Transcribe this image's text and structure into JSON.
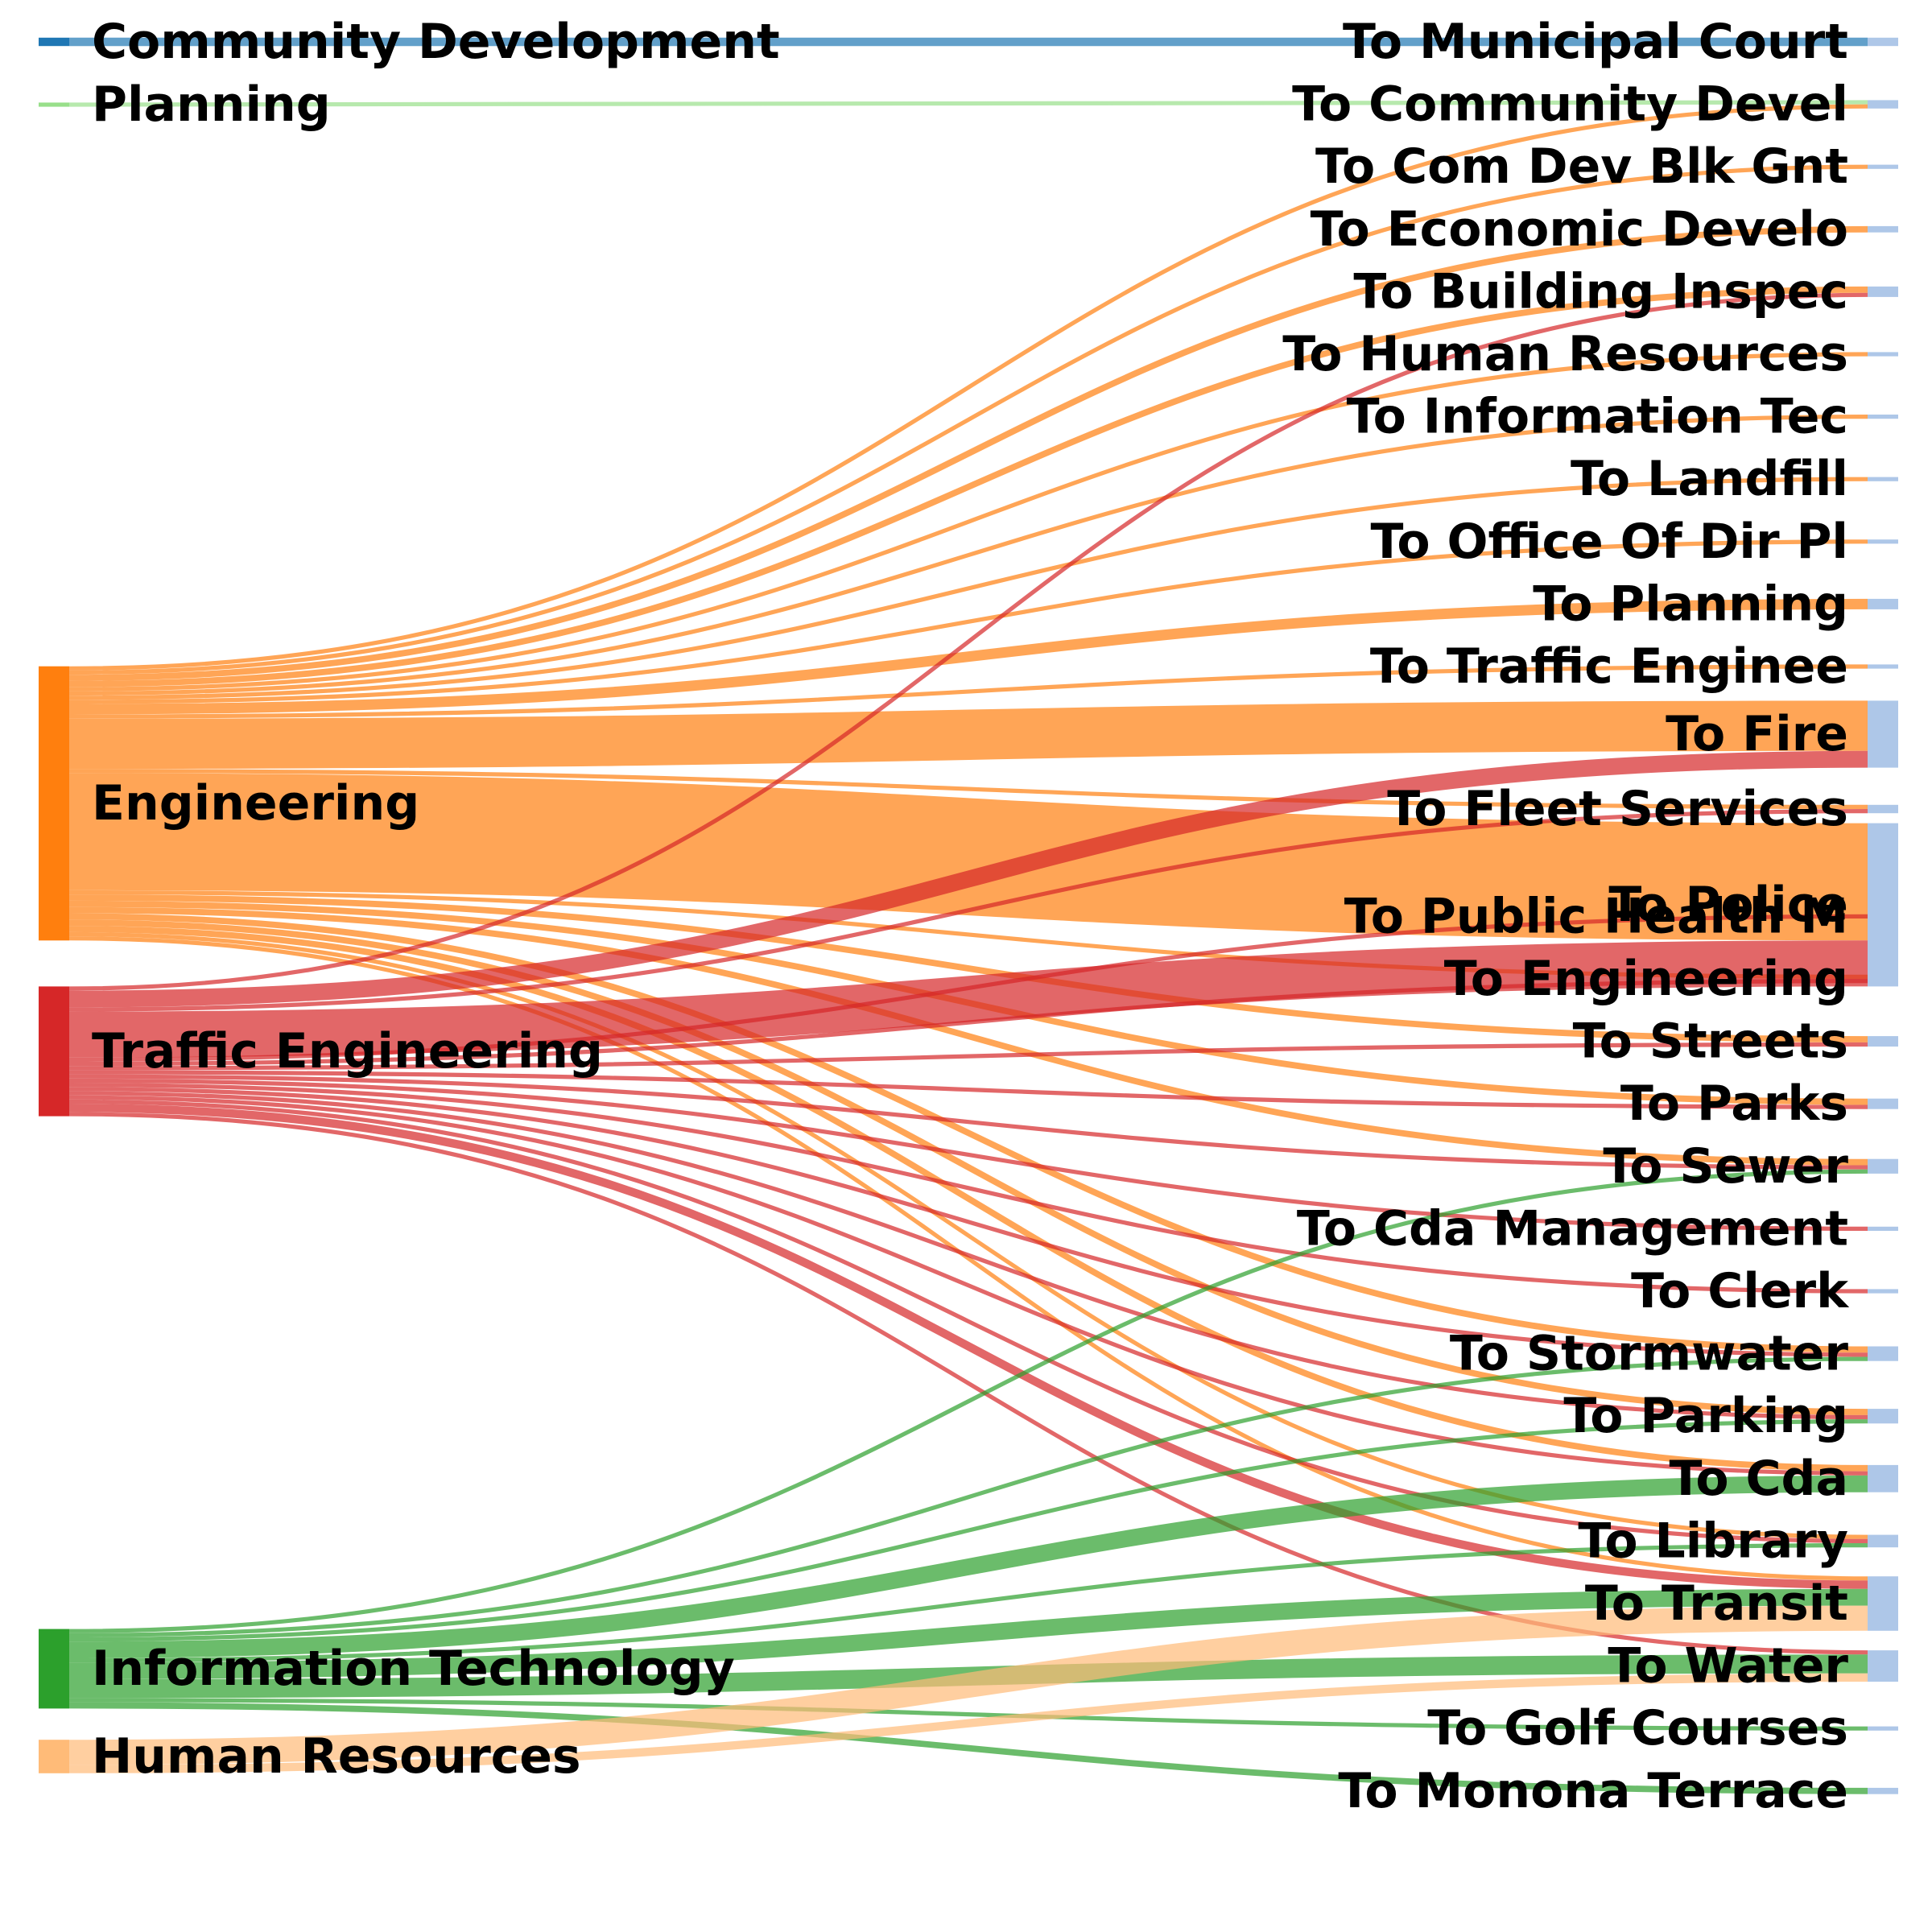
{
  "chart_data": {
    "type": "sankey",
    "sources": [
      {
        "name": "Community Development",
        "color": "#1f77b4"
      },
      {
        "name": "Planning",
        "color": "#98df8a"
      },
      {
        "name": "Engineering",
        "color": "#ff7f0e"
      },
      {
        "name": "Traffic Engineering",
        "color": "#d62728"
      },
      {
        "name": "Information Technology",
        "color": "#2ca02c"
      },
      {
        "name": "Human Resources",
        "color": "#ffbb78"
      }
    ],
    "targets": [
      "To Municipal Court",
      "To Community Devel",
      "To Com Dev Blk Gnt",
      "To Economic Develo",
      "To Building Inspec",
      "To Human Resources",
      "To Information Tec",
      "To Landfill",
      "To Office Of Dir Pl",
      "To Planning",
      "To Traffic Enginee",
      "To Fire",
      "To Fleet Services",
      "To Police",
      "To Public Health M",
      "To Engineering",
      "To Streets",
      "To Parks",
      "To Sewer",
      "To Cda Management",
      "To Clerk",
      "To Stormwater",
      "To Parking",
      "To Cda",
      "To Library",
      "To Transit",
      "To Water",
      "To Golf Courses",
      "To Monona Terrace"
    ],
    "target_color": "#aec7e8",
    "links": [
      {
        "source": "Community Development",
        "target": "To Municipal Court",
        "value": 4
      },
      {
        "source": "Planning",
        "target": "To Community Devel",
        "value": 2
      },
      {
        "source": "Engineering",
        "target": "To Community Devel",
        "value": 2
      },
      {
        "source": "Engineering",
        "target": "To Com Dev Blk Gnt",
        "value": 2
      },
      {
        "source": "Engineering",
        "target": "To Economic Develo",
        "value": 3
      },
      {
        "source": "Engineering",
        "target": "To Building Inspec",
        "value": 3
      },
      {
        "source": "Engineering",
        "target": "To Human Resources",
        "value": 2
      },
      {
        "source": "Engineering",
        "target": "To Information Tec",
        "value": 2
      },
      {
        "source": "Engineering",
        "target": "To Landfill",
        "value": 2
      },
      {
        "source": "Engineering",
        "target": "To Office Of Dir Pl",
        "value": 2
      },
      {
        "source": "Engineering",
        "target": "To Planning",
        "value": 5
      },
      {
        "source": "Engineering",
        "target": "To Traffic Enginee",
        "value": 2
      },
      {
        "source": "Engineering",
        "target": "To Fire",
        "value": 24
      },
      {
        "source": "Engineering",
        "target": "To Fleet Services",
        "value": 2
      },
      {
        "source": "Engineering",
        "target": "To Police",
        "value": 56
      },
      {
        "source": "Engineering",
        "target": "To Engineering",
        "value": 2
      },
      {
        "source": "Engineering",
        "target": "To Streets",
        "value": 3
      },
      {
        "source": "Engineering",
        "target": "To Parks",
        "value": 3
      },
      {
        "source": "Engineering",
        "target": "To Sewer",
        "value": 3
      },
      {
        "source": "Engineering",
        "target": "To Stormwater",
        "value": 3
      },
      {
        "source": "Engineering",
        "target": "To Parking",
        "value": 3
      },
      {
        "source": "Engineering",
        "target": "To Cda",
        "value": 3
      },
      {
        "source": "Engineering",
        "target": "To Library",
        "value": 2
      },
      {
        "source": "Engineering",
        "target": "To Transit",
        "value": 2
      },
      {
        "source": "Traffic Engineering",
        "target": "To Building Inspec",
        "value": 2
      },
      {
        "source": "Traffic Engineering",
        "target": "To Fire",
        "value": 8
      },
      {
        "source": "Traffic Engineering",
        "target": "To Fleet Services",
        "value": 2
      },
      {
        "source": "Traffic Engineering",
        "target": "To Police",
        "value": 22
      },
      {
        "source": "Traffic Engineering",
        "target": "To Public Health M",
        "value": 2
      },
      {
        "source": "Traffic Engineering",
        "target": "To Engineering",
        "value": 2
      },
      {
        "source": "Traffic Engineering",
        "target": "To Streets",
        "value": 2
      },
      {
        "source": "Traffic Engineering",
        "target": "To Parks",
        "value": 2
      },
      {
        "source": "Traffic Engineering",
        "target": "To Sewer",
        "value": 2
      },
      {
        "source": "Traffic Engineering",
        "target": "To Cda Management",
        "value": 2
      },
      {
        "source": "Traffic Engineering",
        "target": "To Clerk",
        "value": 2
      },
      {
        "source": "Traffic Engineering",
        "target": "To Stormwater",
        "value": 2
      },
      {
        "source": "Traffic Engineering",
        "target": "To Parking",
        "value": 2
      },
      {
        "source": "Traffic Engineering",
        "target": "To Cda",
        "value": 2
      },
      {
        "source": "Traffic Engineering",
        "target": "To Library",
        "value": 2
      },
      {
        "source": "Traffic Engineering",
        "target": "To Transit",
        "value": 4
      },
      {
        "source": "Traffic Engineering",
        "target": "To Water",
        "value": 2
      },
      {
        "source": "Information Technology",
        "target": "To Sewer",
        "value": 2
      },
      {
        "source": "Information Technology",
        "target": "To Stormwater",
        "value": 2
      },
      {
        "source": "Information Technology",
        "target": "To Parking",
        "value": 2
      },
      {
        "source": "Information Technology",
        "target": "To Cda",
        "value": 8
      },
      {
        "source": "Information Technology",
        "target": "To Library",
        "value": 2
      },
      {
        "source": "Information Technology",
        "target": "To Transit",
        "value": 8
      },
      {
        "source": "Information Technology",
        "target": "To Water",
        "value": 9
      },
      {
        "source": "Information Technology",
        "target": "To Golf Courses",
        "value": 2
      },
      {
        "source": "Information Technology",
        "target": "To Monona Terrace",
        "value": 3
      },
      {
        "source": "Human Resources",
        "target": "To Transit",
        "value": 12
      },
      {
        "source": "Human Resources",
        "target": "To Water",
        "value": 4
      }
    ]
  }
}
